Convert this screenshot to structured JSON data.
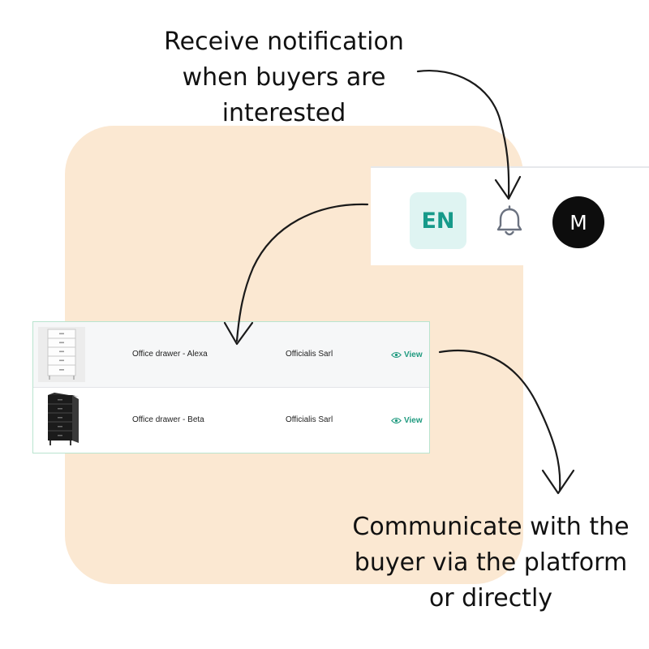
{
  "annotations": {
    "notification": [
      "Receive notification",
      "when buyers are",
      "interested"
    ],
    "communicate": [
      "Communicate with the",
      "buyer via the platform",
      "or directly"
    ]
  },
  "header": {
    "language_label": "EN",
    "notification_icon": "bell-icon",
    "avatar_initial": "M"
  },
  "listings": {
    "rows": [
      {
        "product": "Office drawer - Alexa",
        "company": "Officialis Sarl",
        "action": "View",
        "thumbnail": "white drawer unit",
        "action_icon": "eye-icon"
      },
      {
        "product": "Office drawer - Beta",
        "company": "Officialis Sarl",
        "action": "View",
        "thumbnail": "black drawer unit",
        "action_icon": "eye-icon"
      }
    ]
  },
  "colors": {
    "background_accent": "#fbe8d2",
    "brand_teal": "#169a8a",
    "view_link": "#1f9a7f",
    "avatar": "#0d0d0d"
  }
}
